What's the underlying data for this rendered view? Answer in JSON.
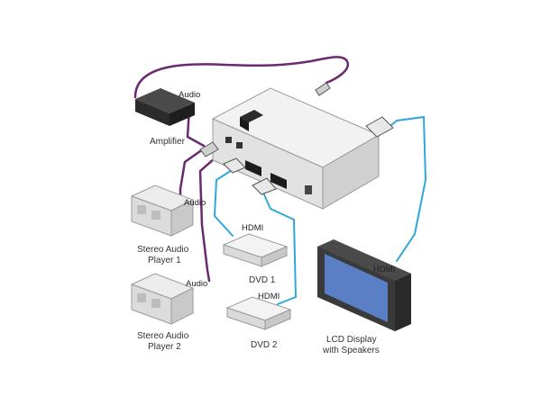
{
  "labels": {
    "amplifier_audio": "Audio",
    "amplifier": "Amplifier",
    "player1_audio": "Audio",
    "player1_line1": "Stereo Audio",
    "player1_line2": "Player 1",
    "player2_audio": "Audio",
    "player2_line1": "Stereo Audio",
    "player2_line2": "Player 2",
    "dvd1_hdmi": "HDMI",
    "dvd1": "DVD 1",
    "dvd2_hdmi": "HDMI",
    "dvd2": "DVD 2",
    "lcd_hdmi": "HDMI",
    "lcd_line1": "LCD Display",
    "lcd_line2": "with Speakers"
  },
  "colors": {
    "audio_cable": "#6b2a6f",
    "hdmi_cable": "#2fa8d8",
    "device_body": "#e6e6e6",
    "device_dark": "#2b2b2b",
    "screen": "#5b7fc4"
  }
}
